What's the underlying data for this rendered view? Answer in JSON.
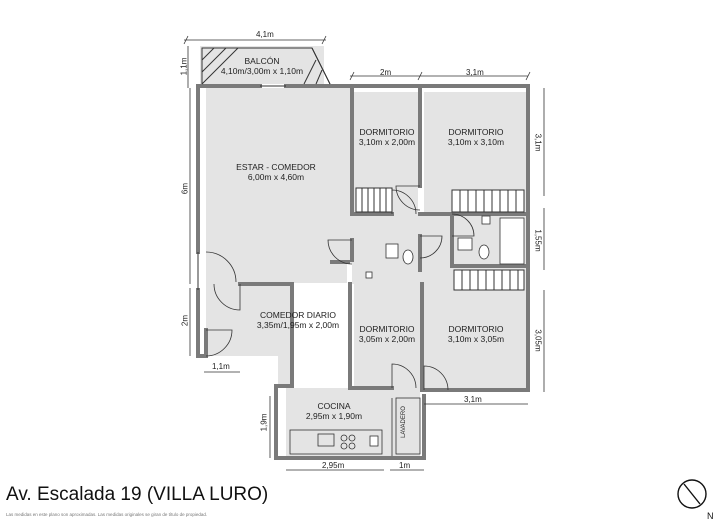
{
  "address": "Av. Escalada 19 (VILLA LURO)",
  "disclaimer": "Las medidas en este plano son aproximadas. Las medidas originales se giran de título de propiedad.",
  "north_label": "N",
  "rooms": {
    "balcon": {
      "name": "BALCÓN",
      "size": "4,10m/3,00m x 1,10m"
    },
    "estar": {
      "name": "ESTAR - COMEDOR",
      "size": "6,00m x 4,60m"
    },
    "dorm1": {
      "name": "DORMITORIO",
      "size": "3,10m x 2,00m"
    },
    "dorm2": {
      "name": "DORMITORIO",
      "size": "3,10m x 3,10m"
    },
    "comedor_diario": {
      "name": "COMEDOR DIARIO",
      "size": "3,35m/1,95m x 2,00m"
    },
    "dorm3": {
      "name": "DORMITORIO",
      "size": "3,05m x 2,00m"
    },
    "dorm4": {
      "name": "DORMITORIO",
      "size": "3,10m x 3,05m"
    },
    "cocina": {
      "name": "COCINA",
      "size": "2,95m x 1,90m"
    },
    "lavadero": {
      "name": "LAVADERO"
    }
  },
  "dimensions": {
    "top_balcony": "4,1m",
    "top_dorm1": "2m",
    "top_dorm2": "3,1m",
    "left_balcony": "1,1m",
    "left_estar": "6m",
    "left_comedor": "2m",
    "bottom_step": "1,1m",
    "right_dorm2": "3,1m",
    "right_bath": "1,55m",
    "right_dorm4": "3,05m",
    "below_dorm4": "3,1m",
    "left_cocina": "1,9m",
    "bottom_cocina": "2,95m",
    "bottom_lavadero": "1m"
  },
  "colors": {
    "floor": "#e4e4e4",
    "wall": "#7a7a7a",
    "line": "#333333"
  }
}
